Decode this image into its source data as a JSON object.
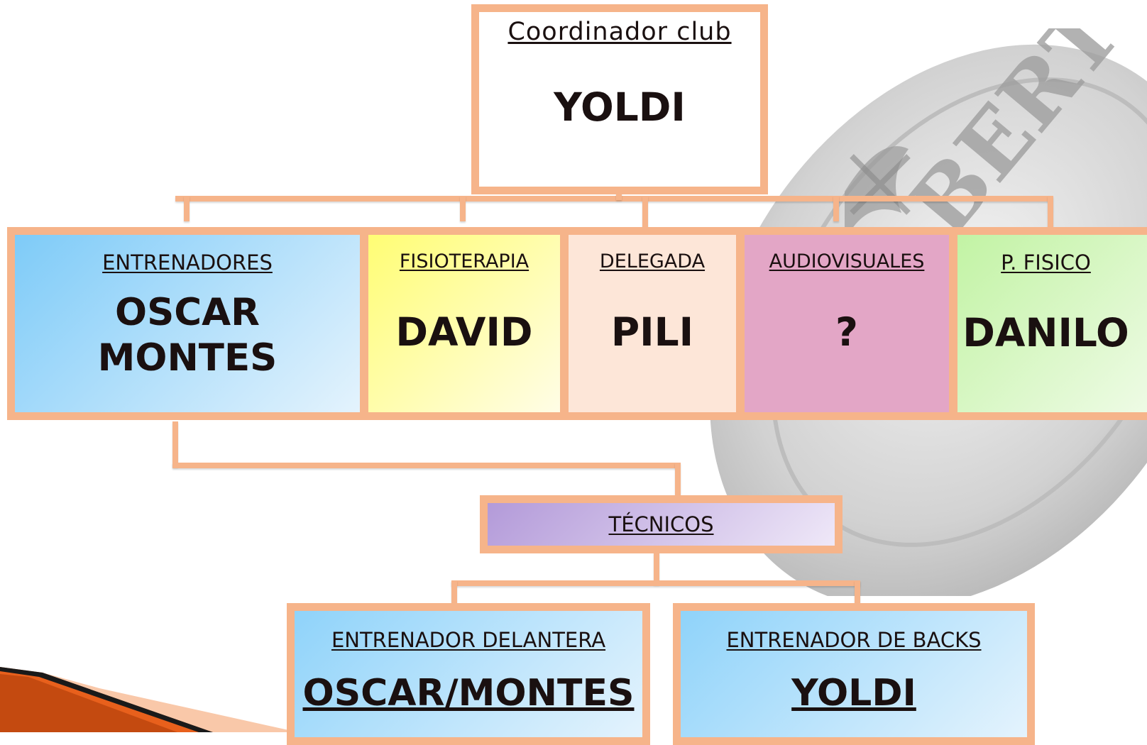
{
  "coordinator": {
    "label": "Coordinador club",
    "name": "YOLDI"
  },
  "departments": [
    {
      "label": "ENTRENADORES",
      "name_line1": "OSCAR",
      "name_line2": "MONTES",
      "color": "#8fd3fa"
    },
    {
      "label": "FISIOTERAPIA",
      "name": "DAVID",
      "color": "#fffe8c"
    },
    {
      "label": "DELEGADA",
      "name": "PILI",
      "color": "#fde5d6"
    },
    {
      "label": "AUDIOVISUALES",
      "name": "?",
      "color": "#e3a6c6"
    },
    {
      "label": "P. FISICO",
      "name": "DANILO",
      "color": "#cff5b6"
    }
  ],
  "tecnicos": {
    "label": "TÉCNICOS"
  },
  "coaches": [
    {
      "label": "ENTRENADOR DELANTERA",
      "name": "OSCAR/MONTES"
    },
    {
      "label": "ENTRENADOR DE BACKS",
      "name": "YOLDI"
    }
  ],
  "colors": {
    "border": "#f6b48a",
    "tecnicos_fill": "#c7b4e0",
    "coach_fill": "#a9dcfb",
    "accent_orange": "#e8601c"
  }
}
